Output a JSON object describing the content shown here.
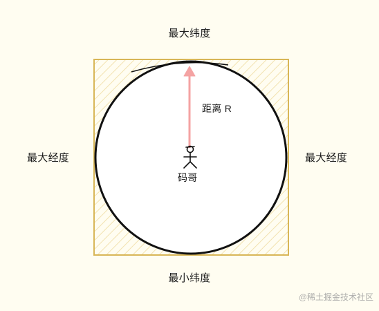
{
  "labels": {
    "max_latitude": "最大纬度",
    "min_latitude": "最小纬度",
    "max_longitude_left": "最大经度",
    "max_longitude_right": "最大经度",
    "distance": "距离 R",
    "person": "码哥"
  },
  "watermark": "@稀土掘金技术社区",
  "colors": {
    "background": "#fffdf1",
    "square_border": "#d8b657",
    "square_hatch": "#f4e4b3",
    "circle_stroke": "#111111",
    "circle_fill": "#ffffff",
    "arrow": "#f4a3a3",
    "text": "#1d1d1d"
  },
  "icons": {
    "person": "stick-figure-icon",
    "arrow": "arrow-up-icon"
  }
}
